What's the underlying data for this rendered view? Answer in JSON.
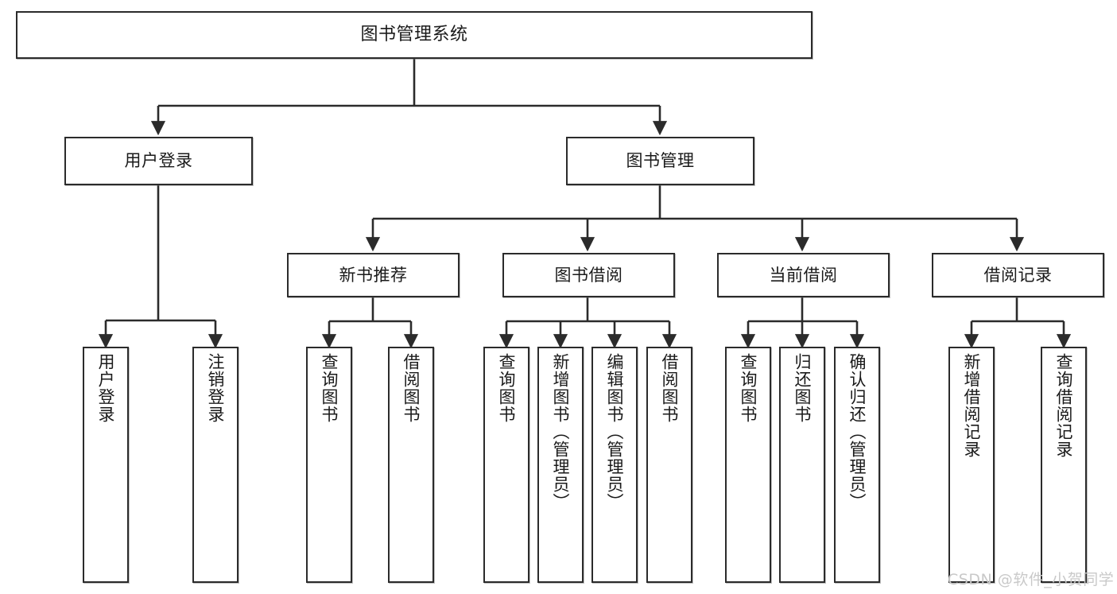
{
  "diagram": {
    "type": "tree",
    "title": "图书管理系统",
    "orientation": "top-down",
    "colors": {
      "box_border": "#2b2b2b",
      "box_fill": "#ffffff",
      "connector": "#2b2b2b",
      "watermark": "#c9c9c9",
      "background": "#ffffff"
    },
    "levels": {
      "root": [
        "图书管理系统"
      ],
      "level2": [
        "用户登录",
        "图书管理"
      ],
      "level3": [
        "新书推荐",
        "图书借阅",
        "当前借阅",
        "借阅记录"
      ],
      "leaves": [
        "用户登录",
        "注销登录",
        "查询图书",
        "借阅图书",
        "查询图书",
        "新增图书（管理员）",
        "编辑图书（管理员）",
        "借阅图书",
        "查询图书",
        "归还图书",
        "确认归还（管理员）",
        "新增借阅记录",
        "查询借阅记录"
      ]
    }
  },
  "nodes": {
    "root": {
      "label": "图书管理系统"
    },
    "user_login": {
      "label": "用户登录"
    },
    "book_manage": {
      "label": "图书管理"
    },
    "new_book_rec": {
      "label": "新书推荐"
    },
    "book_borrow": {
      "label": "图书借阅"
    },
    "current_borrow": {
      "label": "当前借阅"
    },
    "borrow_record": {
      "label": "借阅记录"
    },
    "leaf_user_login": {
      "label": "用户登录"
    },
    "leaf_logout": {
      "label": "注销登录"
    },
    "leaf_query_book_a": {
      "label": "查询图书"
    },
    "leaf_borrow_book_a": {
      "label": "借阅图书"
    },
    "leaf_query_book_b": {
      "label": "查询图书"
    },
    "leaf_add_book": {
      "label": "新增图书（管理员）"
    },
    "leaf_edit_book": {
      "label": "编辑图书（管理员）"
    },
    "leaf_borrow_book_b": {
      "label": "借阅图书"
    },
    "leaf_query_book_c": {
      "label": "查询图书"
    },
    "leaf_return_book": {
      "label": "归还图书"
    },
    "leaf_confirm_return": {
      "label": "确认归还（管理员）"
    },
    "leaf_add_record": {
      "label": "新增借阅记录"
    },
    "leaf_query_record": {
      "label": "查询借阅记录"
    }
  },
  "watermark": {
    "text": "CSDN @软件_小贺同学"
  }
}
